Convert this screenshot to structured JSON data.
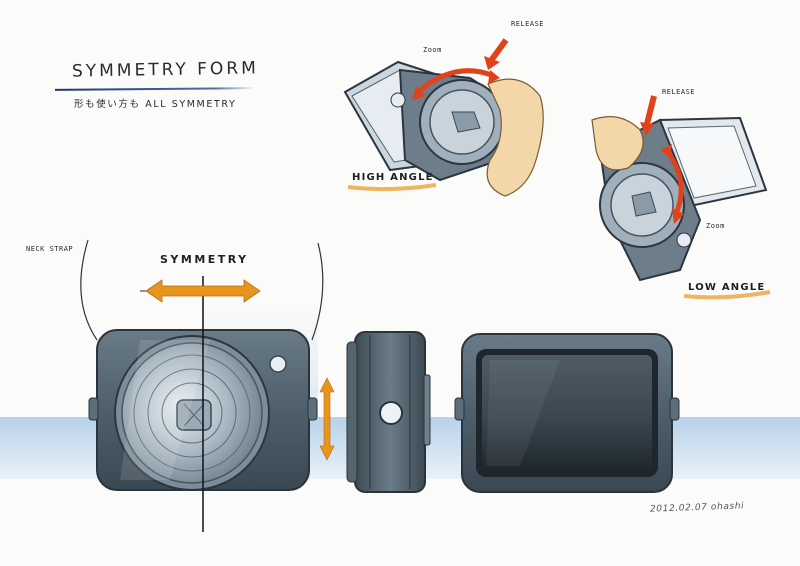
{
  "sheet": {
    "title": "SYMMETRY FORM",
    "subtitle": "形も使い方も ALL SYMMETRY",
    "neck_strap_label": "NECK STRAP",
    "symmetry_label": "SYMMETRY",
    "signature": "2012.02.07 ohashi"
  },
  "high_angle": {
    "label": "HIGH ANGLE",
    "zoom_label": "Zoom",
    "release_label": "RELEASE"
  },
  "low_angle": {
    "label": "LOW ANGLE",
    "zoom_label": "Zoom",
    "release_label": "RELEASE"
  },
  "colors": {
    "arrow_orange": "#e8951f",
    "arrow_red": "#e0431b",
    "body_gray": "#566772",
    "water_blue": "#b9d3ea",
    "screen_dark": "#2f3a42"
  }
}
